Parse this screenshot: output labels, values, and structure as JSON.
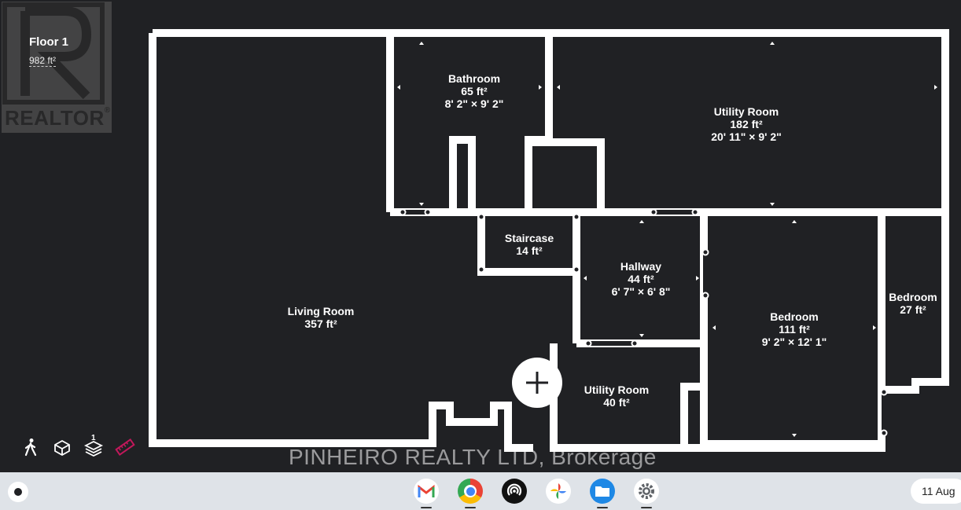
{
  "floor": {
    "title": "Floor 1",
    "area": "982 ft²"
  },
  "logo": {
    "text": "REALTOR",
    "mark": "®"
  },
  "rooms": [
    {
      "name": "Bathroom",
      "area": "65 ft²",
      "dims": "8' 2\" × 9' 2\""
    },
    {
      "name": "Utility Room",
      "area": "182 ft²",
      "dims": "20' 11\" × 9' 2\""
    },
    {
      "name": "Staircase",
      "area": "14 ft²",
      "dims": ""
    },
    {
      "name": "Hallway",
      "area": "44 ft²",
      "dims": "6' 7\" × 6' 8\""
    },
    {
      "name": "Living Room",
      "area": "357 ft²",
      "dims": ""
    },
    {
      "name": "Bedroom",
      "area": "111 ft²",
      "dims": "9' 2\" × 12' 1\""
    },
    {
      "name": "Bedroom",
      "area": "27 ft²",
      "dims": ""
    },
    {
      "name": "Utility Room",
      "area": "40 ft²",
      "dims": ""
    }
  ],
  "toolbar": {
    "level_badge": "1"
  },
  "watermark": "PINHEIRO REALTY LTD, Brokerage",
  "taskbar": {
    "apps": [
      "gmail-icon",
      "chrome-icon",
      "podcasts-icon",
      "photos-icon",
      "files-icon",
      "settings-icon"
    ],
    "date": "11 Aug"
  },
  "colors": {
    "background": "#202124",
    "walls": "#ffffff",
    "taskbar": "#dfe3e8"
  }
}
